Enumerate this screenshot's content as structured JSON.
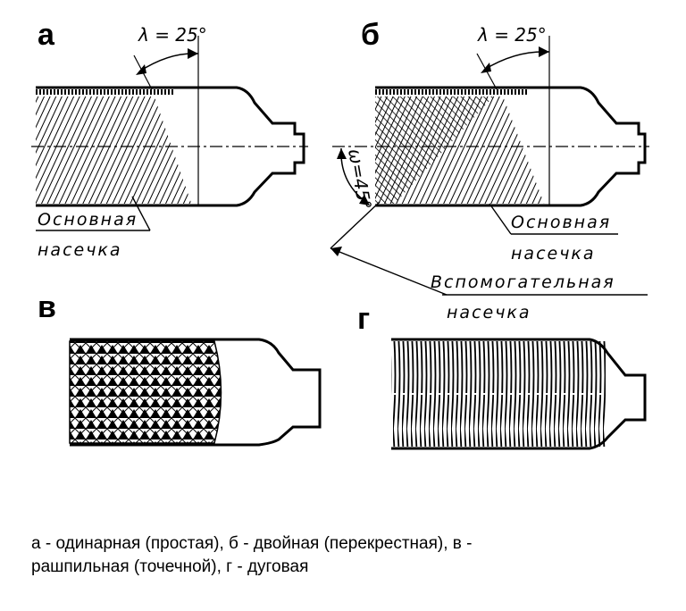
{
  "panels": {
    "a": {
      "letter": "а",
      "angle_label": "λ = 25°",
      "label_line1": "Основная",
      "label_line2": "насечка"
    },
    "b": {
      "letter": "б",
      "angle_label": "λ = 25°",
      "omega_label": "ω=45°",
      "label_main_line1": "Основная",
      "label_main_line2": "насечка",
      "label_aux_line1": "Вспомогательная",
      "label_aux_line2": "насечка"
    },
    "v": {
      "letter": "в"
    },
    "g": {
      "letter": "г"
    }
  },
  "caption": {
    "line1": "а - одинарная (простая), б - двойная (перекрестная), в -",
    "line2": "рашпильная (точечной), г - дуговая"
  }
}
